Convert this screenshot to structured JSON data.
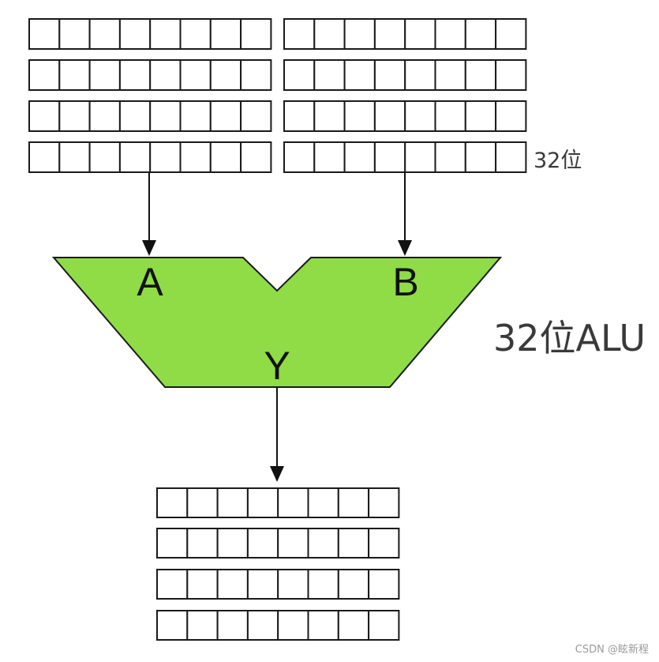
{
  "labels": {
    "input_a": "A",
    "input_b": "B",
    "output_y": "Y",
    "register_width": "32位",
    "alu_name": "32位ALU"
  },
  "watermark": "CSDN @眩新程",
  "registers": {
    "input_a": {
      "groups": 4,
      "bits_per_group": 8
    },
    "input_b": {
      "groups": 4,
      "bits_per_group": 8
    },
    "output_y": {
      "groups": 4,
      "bits_per_group": 8
    }
  },
  "colors": {
    "alu_fill": "#8fdc46",
    "stroke": "#1a1a1a",
    "text": "#3a3a3a"
  }
}
